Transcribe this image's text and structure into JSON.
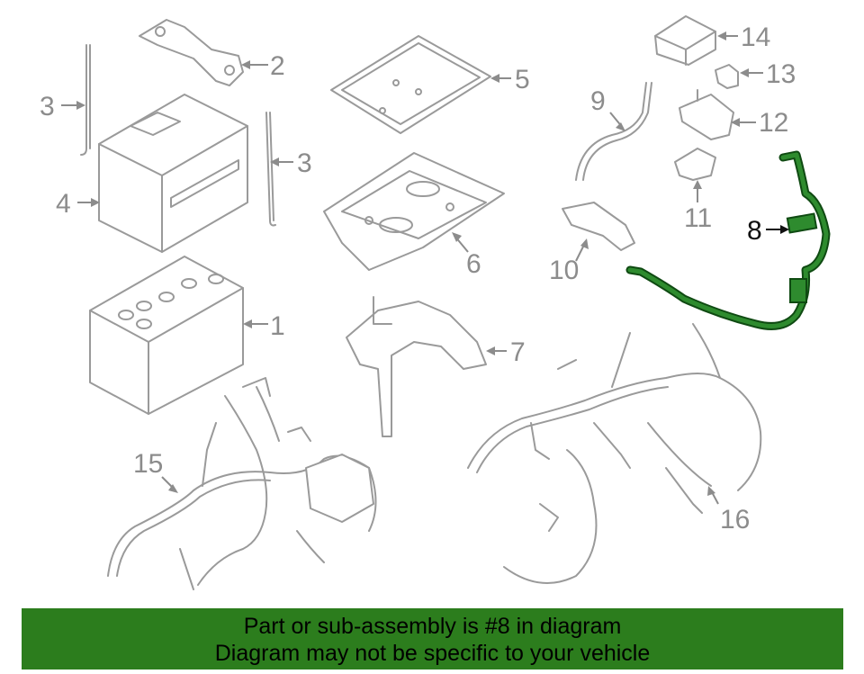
{
  "diagram": {
    "highlighted_part": "8",
    "callouts": [
      "1",
      "2",
      "3",
      "3",
      "4",
      "5",
      "6",
      "7",
      "8",
      "9",
      "10",
      "11",
      "12",
      "13",
      "14",
      "15",
      "16"
    ],
    "highlight_color": "#2e8b2e"
  },
  "banner": {
    "line1": "Part or sub-assembly is #8 in diagram",
    "line2": "Diagram may not be specific to your vehicle",
    "background": "#2c7d1d"
  }
}
